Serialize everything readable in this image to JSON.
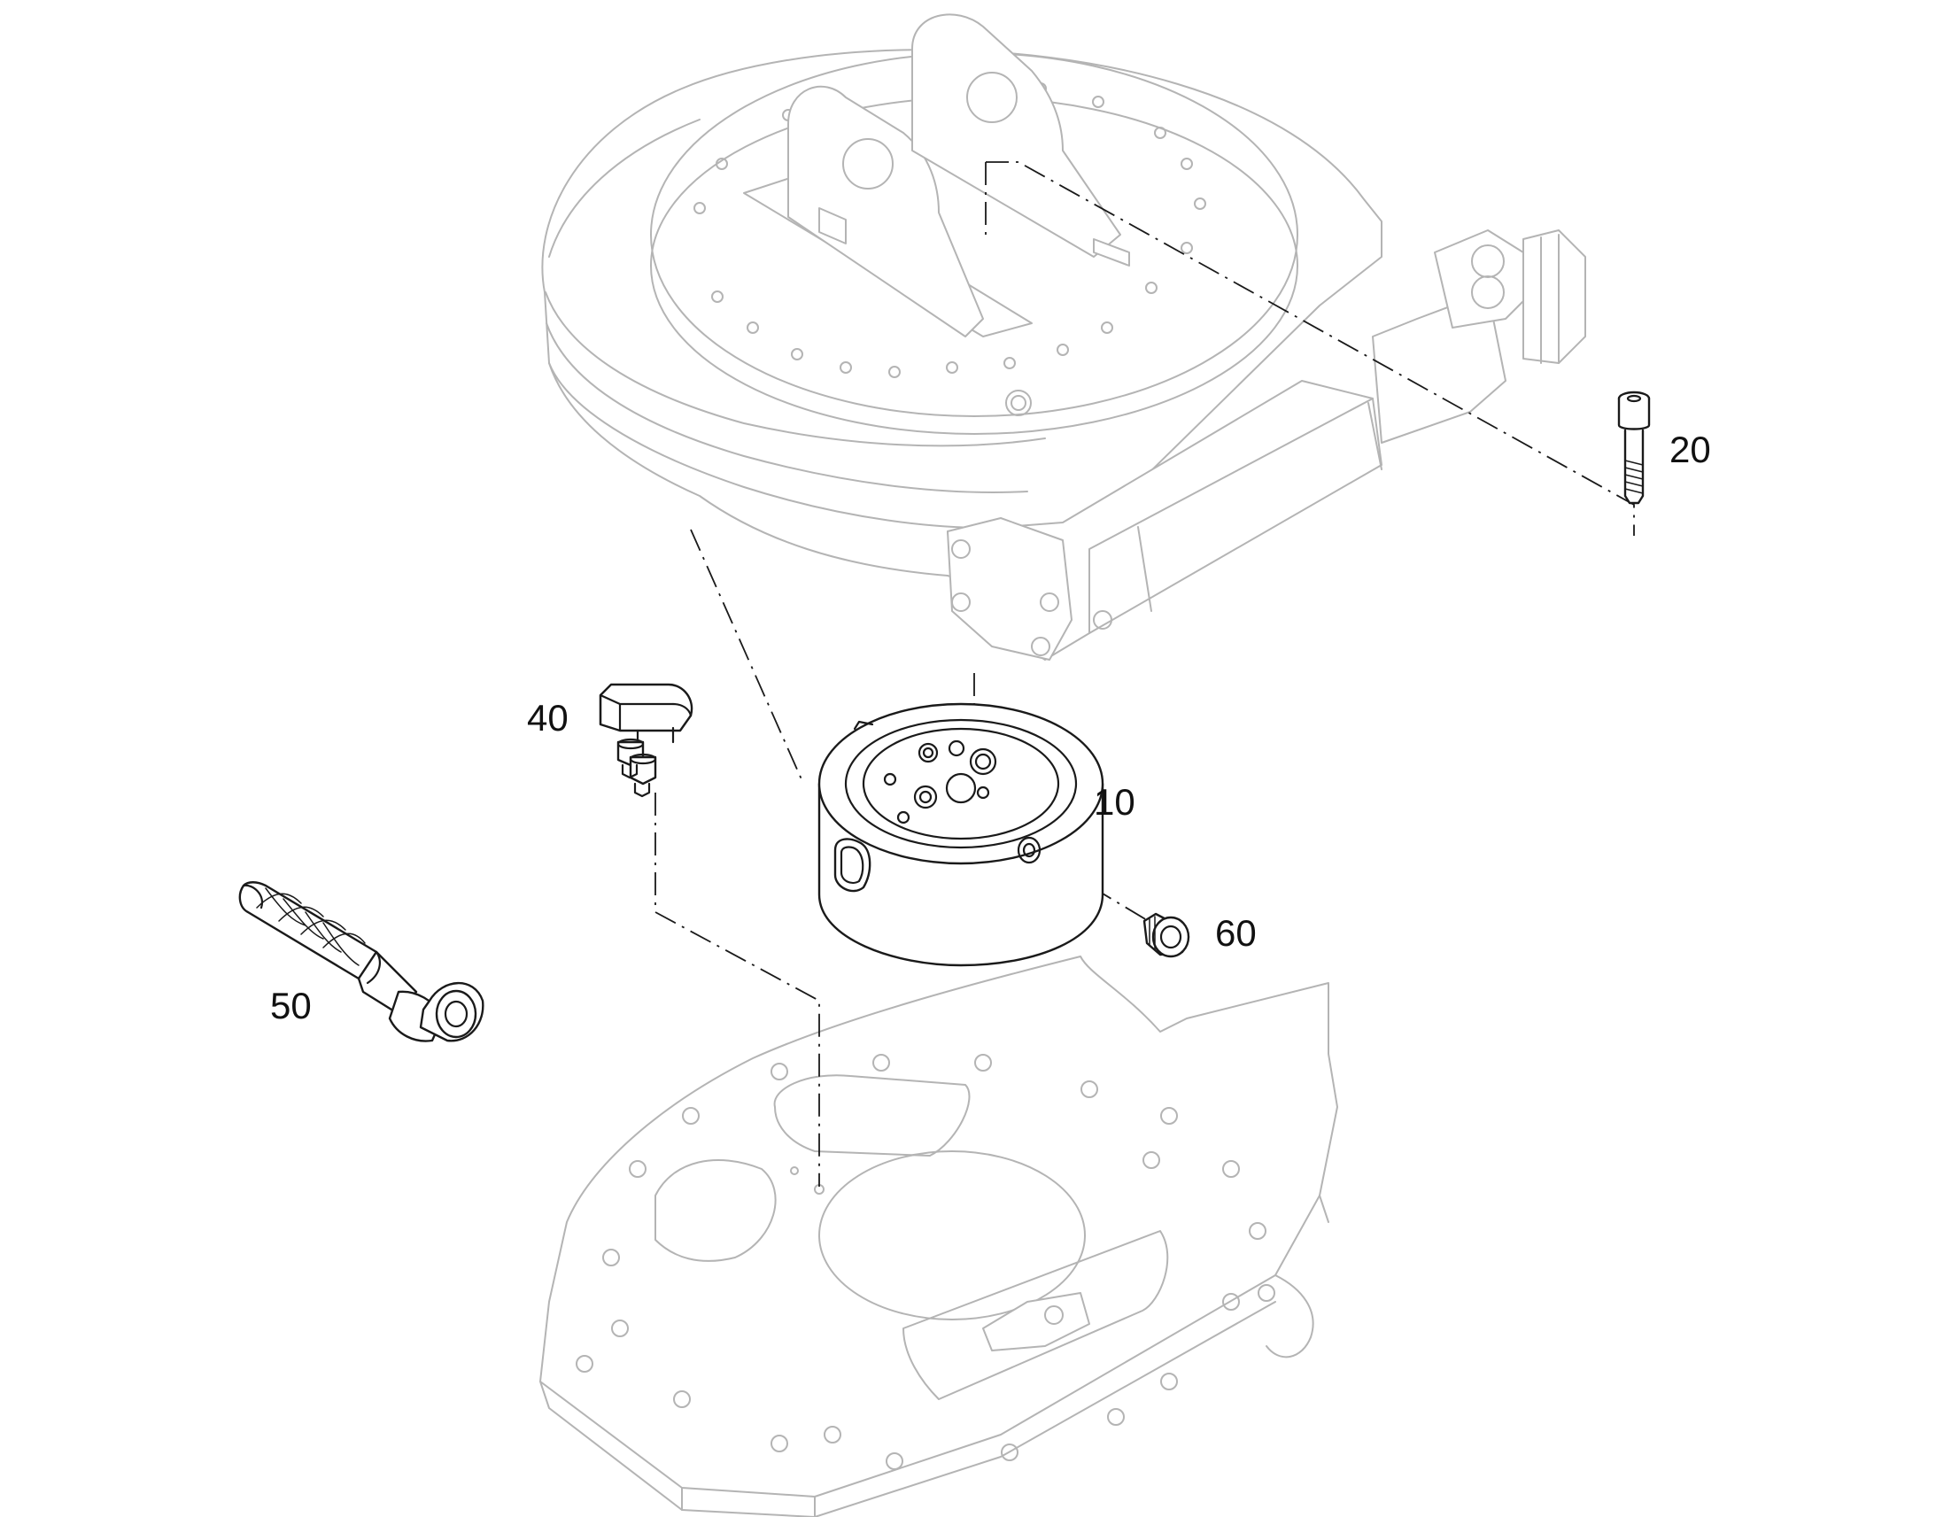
{
  "diagram": {
    "callouts": {
      "c10": "10",
      "c20": "20",
      "c40": "40",
      "c50": "50",
      "c60": "60"
    }
  }
}
